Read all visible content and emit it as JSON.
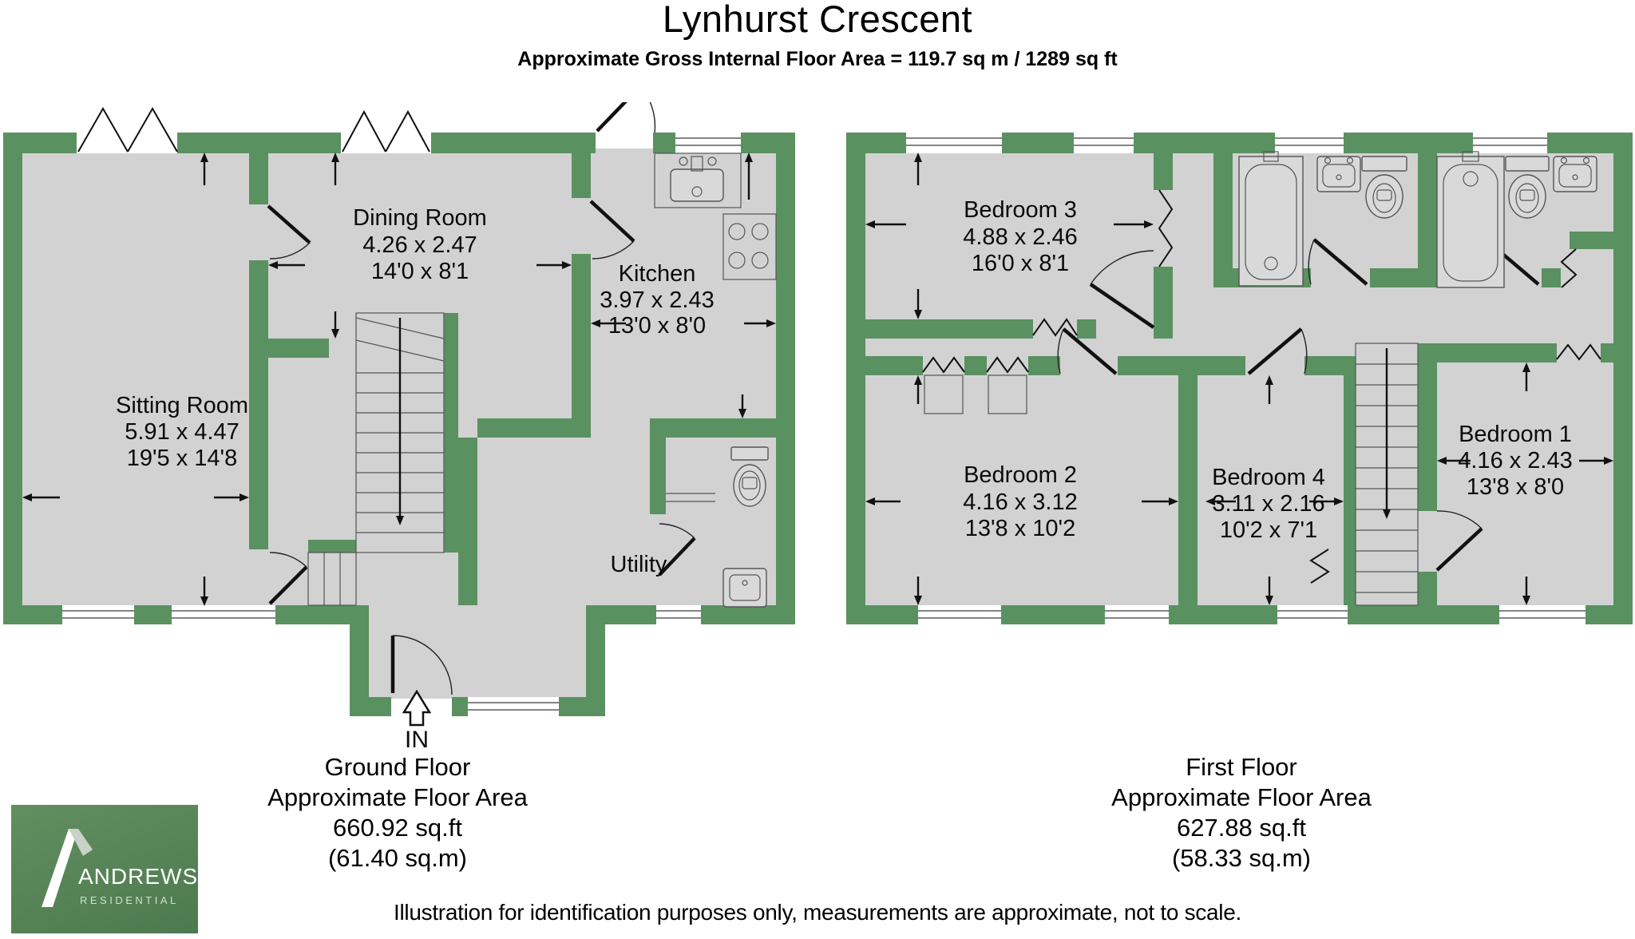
{
  "header": {
    "title": "Lynhurst Crescent",
    "subtitle": "Approximate Gross Internal Floor Area = 119.7 sq m / 1289 sq ft"
  },
  "ground_floor": {
    "rooms": [
      {
        "name": "Sitting Room",
        "metric": "5.91 x 4.47",
        "imperial": "19'5 x 14'8"
      },
      {
        "name": "Dining Room",
        "metric": "4.26 x 2.47",
        "imperial": "14'0 x 8'1"
      },
      {
        "name": "Kitchen",
        "metric": "3.97 x 2.43",
        "imperial": "13'0 x 8'0"
      },
      {
        "name": "Utility"
      }
    ],
    "entrance_label": "IN",
    "caption": [
      "Ground Floor",
      "Approximate Floor Area",
      "660.92 sq.ft",
      "(61.40 sq.m)"
    ]
  },
  "first_floor": {
    "rooms": [
      {
        "name": "Bedroom 3",
        "metric": "4.88 x 2.46",
        "imperial": "16'0 x 8'1"
      },
      {
        "name": "Bedroom 2",
        "metric": "4.16 x 3.12",
        "imperial": "13'8 x 10'2"
      },
      {
        "name": "Bedroom 4",
        "metric": "3.11 x 2.16",
        "imperial": "10'2 x 7'1"
      },
      {
        "name": "Bedroom 1",
        "metric": "4.16 x 2.43",
        "imperial": "13'8 x 8'0"
      }
    ],
    "caption": [
      "First Floor",
      "Approximate Floor Area",
      "627.88 sq.ft",
      "(58.33 sq.m)"
    ]
  },
  "logo": {
    "brand": "ANDREWS",
    "division": "RESIDENTIAL"
  },
  "footer": {
    "disclaimer": "Illustration for identification purposes only, measurements are approximate, not to scale."
  },
  "colors": {
    "wall_green": "#5a9161",
    "floor_grey": "#d2d2d2",
    "logo_green_top": "#628f60",
    "logo_green_bottom": "#4c7a4e"
  }
}
